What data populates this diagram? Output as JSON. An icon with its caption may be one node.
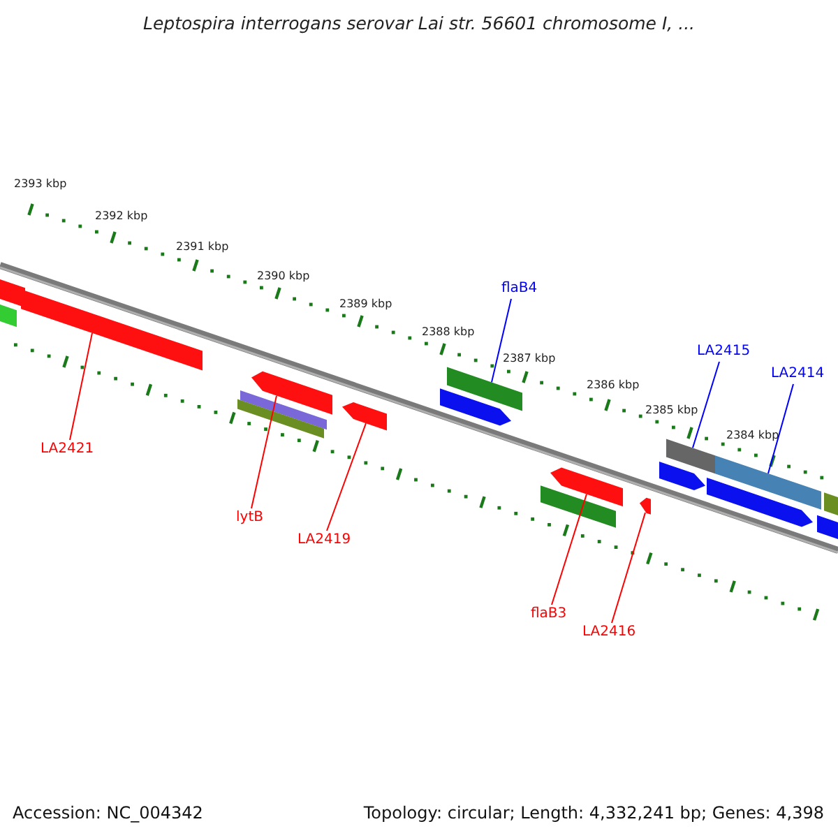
{
  "diagram": {
    "title": "Leptospira interrogans serovar Lai str. 56601 chromosome I, ...",
    "nodes": [
      {
        "text": [
          "flaB4"
        ]
      },
      {
        "text": [],
        "shape": "bar"
      },
      {
        "text": [
          "LA2415"
        ]
      },
      {
        "text": [],
        "shape": "bar"
      },
      {
        "text": [
          "LA2414"
        ]
      },
      {
        "text": [],
        "shape": "bar"
      },
      {
        "text": [
          "LA2421"
        ]
      },
      {
        "text": [],
        "shape": "bar"
      },
      {
        "text": [
          "lytB"
        ]
      },
      {
        "text": [],
        "shape": "bar"
      },
      {
        "text": [
          "LA2419"
        ]
      },
      {
        "text": [],
        "shape": "bar"
      },
      {
        "text": [
          "flaB3"
        ]
      },
      {
        "text": [],
        "shape": "bar"
      },
      {
        "text": [
          "LA2416"
        ]
      },
      {
        "text": [],
        "shape": "bar"
      }
    ],
    "edges": [
      {
        "from": 0,
        "to": 1,
        "arrow": "none",
        "color": "#0000ff"
      },
      {
        "from": 2,
        "to": 3,
        "arrow": "none",
        "color": "#0000ff"
      },
      {
        "from": 4,
        "to": 5,
        "arrow": "none",
        "color": "#0000ff"
      },
      {
        "from": 6,
        "to": 7,
        "arrow": "none"
      },
      {
        "from": 8,
        "to": 9,
        "arrow": "none"
      },
      {
        "from": 10,
        "to": 11,
        "arrow": "none"
      },
      {
        "from": 12,
        "to": 13,
        "arrow": "none"
      },
      {
        "from": 14,
        "to": 15,
        "arrow": "none"
      }
    ],
    "labels": [
      "2393 kbp",
      "2392 kbp",
      "2391 kbp",
      "2390 kbp",
      "2389 kbp",
      "2388 kbp",
      "2387 kbp",
      "2386 kbp",
      "2385 kbp",
      "2384 kbp",
      "Accession: NC_004342",
      "Topology: circular; Length: 4,332,241 bp; Genes: 4,398"
    ]
  }
}
